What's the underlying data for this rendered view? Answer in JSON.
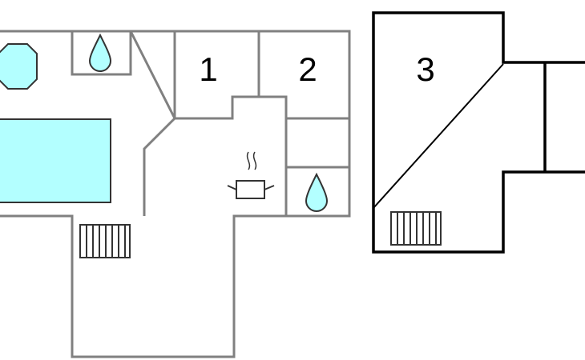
{
  "floorplan": {
    "rooms": [
      {
        "label": "1",
        "type": "bedroom"
      },
      {
        "label": "2",
        "type": "bedroom"
      },
      {
        "label": "3",
        "type": "bedroom"
      }
    ],
    "icons": [
      "hot-tub-icon",
      "pool-icon",
      "water-drop-icon",
      "water-drop-icon",
      "kitchen-pot-icon",
      "stairs-icon",
      "stairs-icon"
    ]
  },
  "colors": {
    "water": "#b3ffff",
    "wall_ground": "#808080",
    "wall_upper": "#000000",
    "icon_stroke": "#333333",
    "background": "#ffffff"
  }
}
